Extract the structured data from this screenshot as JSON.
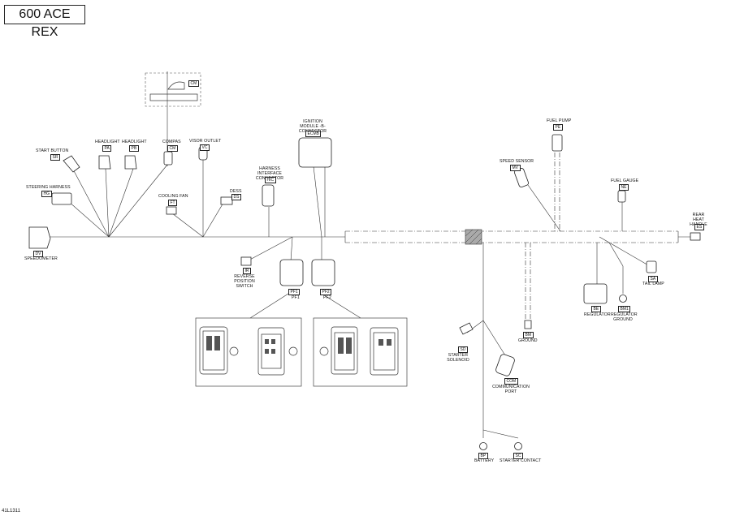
{
  "title": "600 ACE REX",
  "figure_ref": "41L1311",
  "components": {
    "start_button": {
      "label": "START BUTTON",
      "code": "SR"
    },
    "steering_harness": {
      "label": "STEERING HARNESS",
      "code": "HG"
    },
    "speedometer": {
      "label": "SPEEDOMETER",
      "code": "DV"
    },
    "headlight_a": {
      "label": "HEADLIGHT",
      "code": "PA"
    },
    "headlight_b": {
      "label": "HEADLIGHT",
      "code": "PB"
    },
    "compas": {
      "label": "COMPAS",
      "code": "CM"
    },
    "compas_top": {
      "code": "CM"
    },
    "visor_outlet": {
      "label": "VISOR OUTLET",
      "code": "VC"
    },
    "cooling_fan": {
      "label": "COOLING FAN",
      "code": "FT"
    },
    "dess": {
      "label": "DESS",
      "code": "DS"
    },
    "harness_interface": {
      "label": "HARNESS INTERFACE CONNECTOR",
      "code": "HIC"
    },
    "ignition_module": {
      "label": "IGNITION MODULE -B- CONNECTOR",
      "code": "ECMB"
    },
    "reverse_switch": {
      "label": "REVERSE POSITION SWITCH",
      "code": "IR"
    },
    "pf1": {
      "label": "PF1",
      "code": "PF1"
    },
    "pf2": {
      "label": "PF2",
      "code": "PF2"
    },
    "fuel_pump": {
      "label": "FUEL PUMP",
      "code": "PE"
    },
    "speed_sensor": {
      "label": "SPEED SENSOR",
      "code": "MV"
    },
    "fuel_gauge": {
      "label": "FUEL GAUGE",
      "code": "NE"
    },
    "rear_heat_handle": {
      "label": "REAR HEAT HANDLE",
      "code": "ES"
    },
    "tail_lamp": {
      "label": "TAIL LAMP",
      "code": "SA"
    },
    "regulator": {
      "label": "REGULATOR",
      "code": "BE"
    },
    "regulator_ground": {
      "label": "REGULATOR GROUND",
      "code": "BM1"
    },
    "ground": {
      "label": "GROUND",
      "code": "BM"
    },
    "starter_solenoid": {
      "label": "STARTER SOLENOID",
      "code": "SD"
    },
    "communication_port": {
      "label": "COMMUNICATION PORT",
      "code": "COM"
    },
    "battery": {
      "label": "BATTERY",
      "code": "BP"
    },
    "starter_contact": {
      "label": "STARTER CONTACT",
      "code": "SC"
    }
  }
}
